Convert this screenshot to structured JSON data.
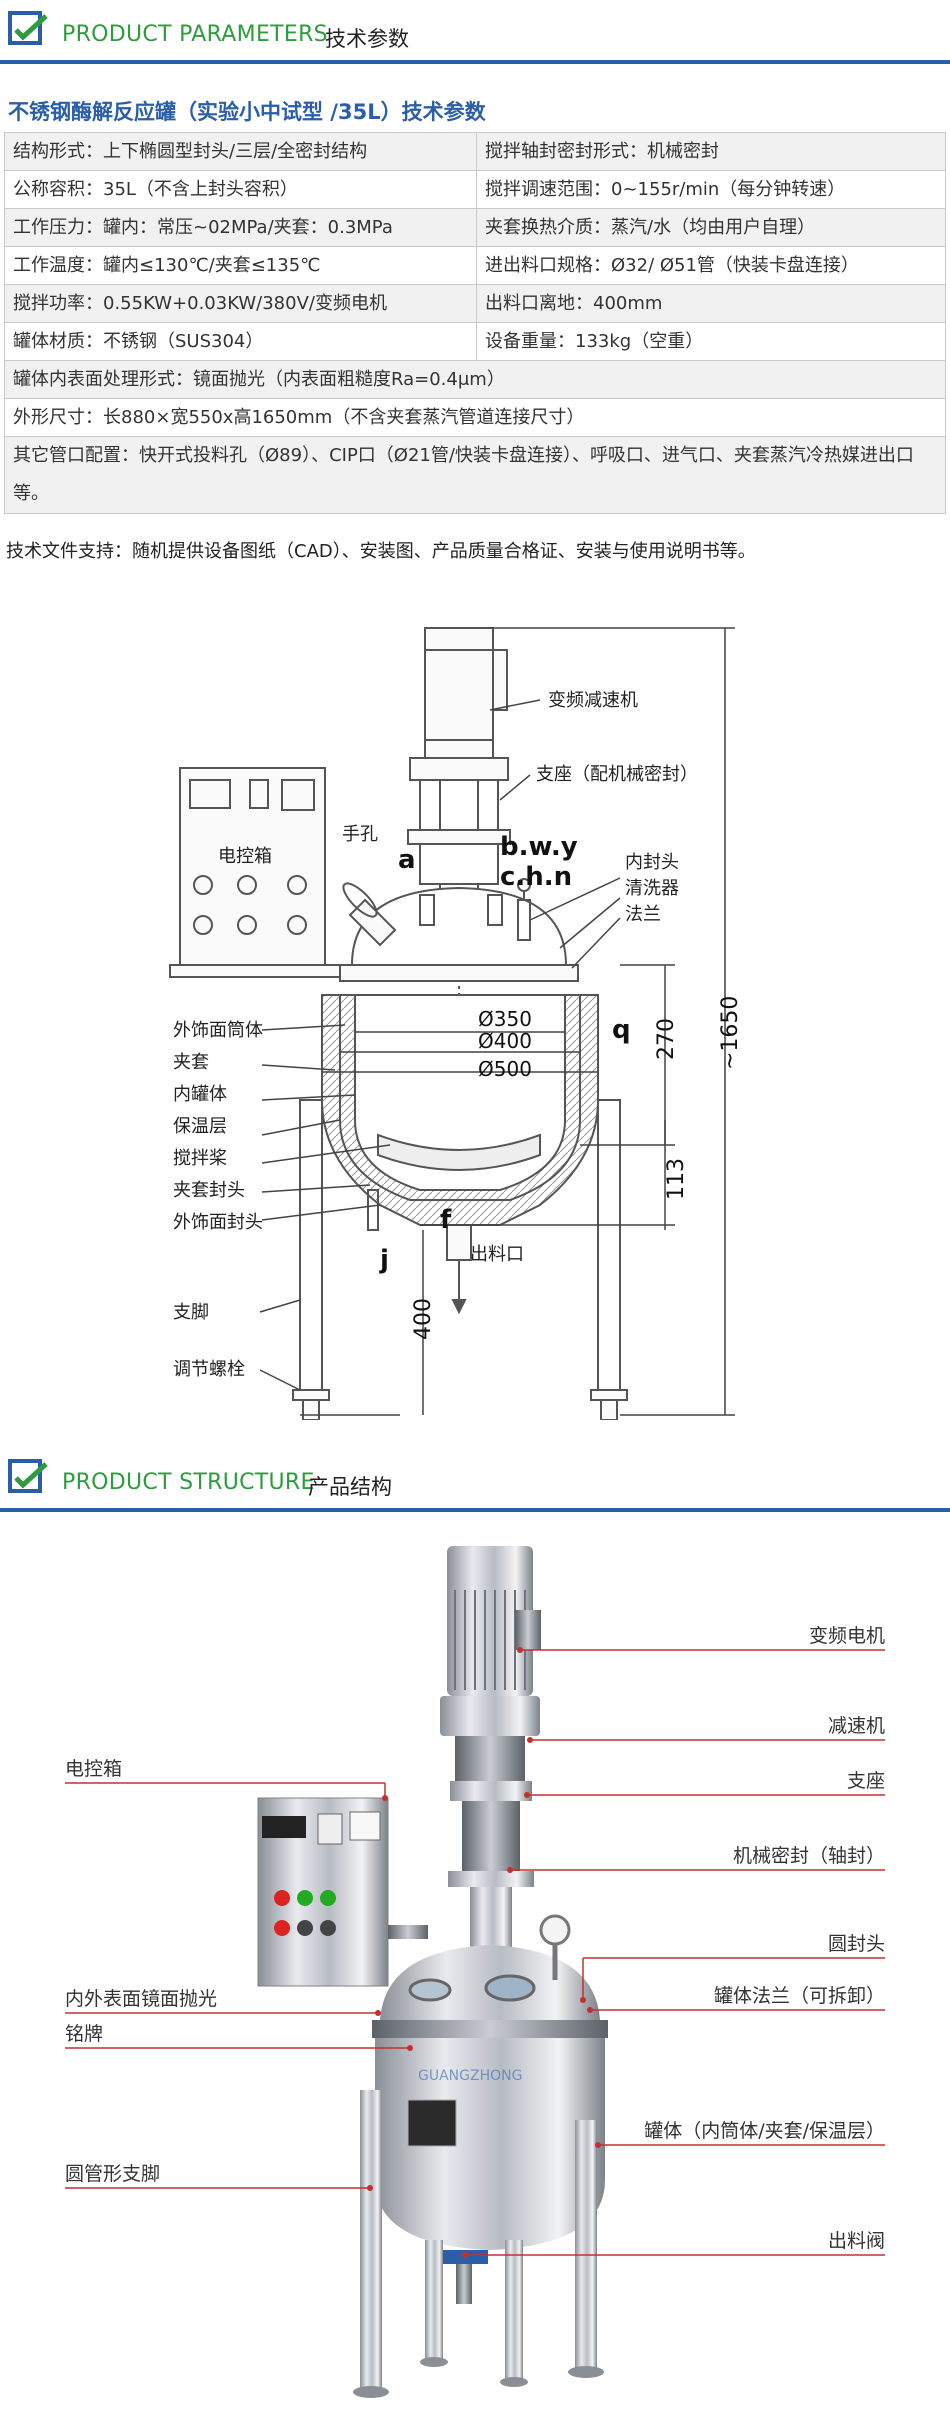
{
  "header1": {
    "en": "PRODUCT PARAMETERS",
    "zh": "技术参数"
  },
  "spec_title": "不锈钢酶解反应罐（实验小中试型 /35L）技术参数",
  "spec_rows": [
    {
      "left": "结构形式：上下椭圆型封头/三层/全密封结构",
      "right": "搅拌轴封密封形式：机械密封"
    },
    {
      "left": "公称容积：35L（不含上封头容积）",
      "right": "搅拌调速范围：0~155r/min（每分钟转速）"
    },
    {
      "left": "工作压力：罐内：常压~02MPa/夹套：0.3MPa",
      "right": "夹套换热介质：蒸汽/水（均由用户自理）"
    },
    {
      "left": "工作温度：罐内≤130℃/夹套≤135℃",
      "right": "进出料口规格：Ø32/ Ø51管（快装卡盘连接）"
    },
    {
      "left": "搅拌功率：0.55KW+0.03KW/380V/变频电机",
      "right": "出料口离地：400mm"
    },
    {
      "left": "罐体材质：不锈钢（SUS304）",
      "right": "设备重量：133kg（空重）"
    }
  ],
  "spec_full_rows": [
    "罐体内表面处理形式：镜面抛光（内表面粗糙度Ra=0.4μm）",
    "外形尺寸：长880×宽550x高1650mm（不含夹套蒸汽管道连接尺寸）",
    "其它管口配置：快开式投料孔（Ø89）、CIP口（Ø21管/快装卡盘连接）、呼吸口、进气口、夹套蒸汽冷热媒进出口等。"
  ],
  "support_note": "技术文件支持：随机提供设备图纸（CAD）、安装图、产品质量合格证、安装与使用说明书等。",
  "drawing": {
    "control_box": "电控箱",
    "manhole": "手孔",
    "letter_a": "a",
    "bwy": "b.w.y",
    "chn": "c.h.n",
    "vfd_reducer": "变频减速机",
    "support_seat": "支座（配机械密封）",
    "inner_head": "内封头",
    "washer": "清洗器",
    "flange": "法兰",
    "outer_shell": "外饰面筒体",
    "jacket": "夹套",
    "inner_tank": "内罐体",
    "insulation": "保温层",
    "agitator": "搅拌桨",
    "jacket_head": "夹套封头",
    "outer_head": "外饰面封头",
    "legs": "支脚",
    "adjust_bolt": "调节螺栓",
    "outlet": "出料口",
    "letter_f": "f",
    "letter_j": "j",
    "letter_q": "q",
    "dia_350": "Ø350",
    "dia_400": "Ø400",
    "dia_500": "Ø500",
    "dim_1650": "~1650",
    "dim_270": "270",
    "dim_113": "113",
    "dim_400": "400"
  },
  "header2": {
    "en": "PRODUCT STRUCTURE",
    "zh": "产品结构"
  },
  "structure_labels": {
    "motor": "变频电机",
    "reducer": "减速机",
    "seat": "支座",
    "seal": "机械密封（轴封）",
    "control_box": "电控箱",
    "round_head": "圆封头",
    "tank_flange": "罐体法兰（可拆卸）",
    "mirror_polish": "内外表面镜面抛光",
    "nameplate": "铭牌",
    "tank_body": "罐体（内筒体/夹套/保温层）",
    "outlet_valve": "出料阀",
    "round_legs": "圆管形支脚"
  },
  "watermark": "GUANGZHONG",
  "colors": {
    "green": "#2e9c3e",
    "blue": "#2a5fa8",
    "red_line": "#c23030"
  }
}
